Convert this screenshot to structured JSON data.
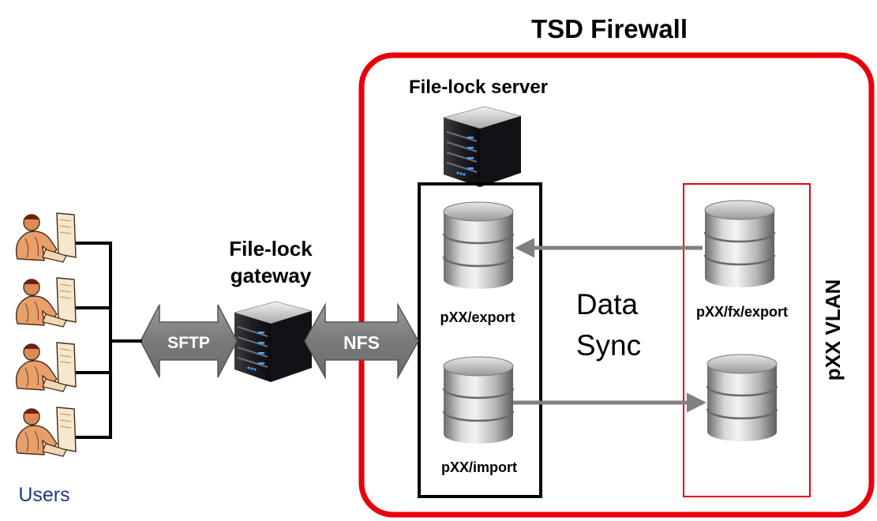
{
  "title": "TSD Firewall",
  "file_lock_server": {
    "label": "File-lock server"
  },
  "file_lock_gateway": {
    "label_line1": "File-lock",
    "label_line2": "gateway"
  },
  "protocols": {
    "sftp": "SFTP",
    "nfs": "NFS"
  },
  "volumes": {
    "export": "pXX/export",
    "import": "pXX/import",
    "fx_export": "pXX/fx/export"
  },
  "data_sync": {
    "line1": "Data",
    "line2": "Sync"
  },
  "vlan_label": "pXX VLAN",
  "users_label": "Users",
  "colors": {
    "firewall_border": "#e8000b",
    "vlan_border": "#e8000b",
    "server_box_border": "#000000",
    "arrow_gray": "#808080",
    "users_text": "#1f3a7a",
    "icon_users": "user-at-computer-icon",
    "icon_server": "server-tower-icon",
    "icon_storage": "database-cylinder-icon"
  }
}
